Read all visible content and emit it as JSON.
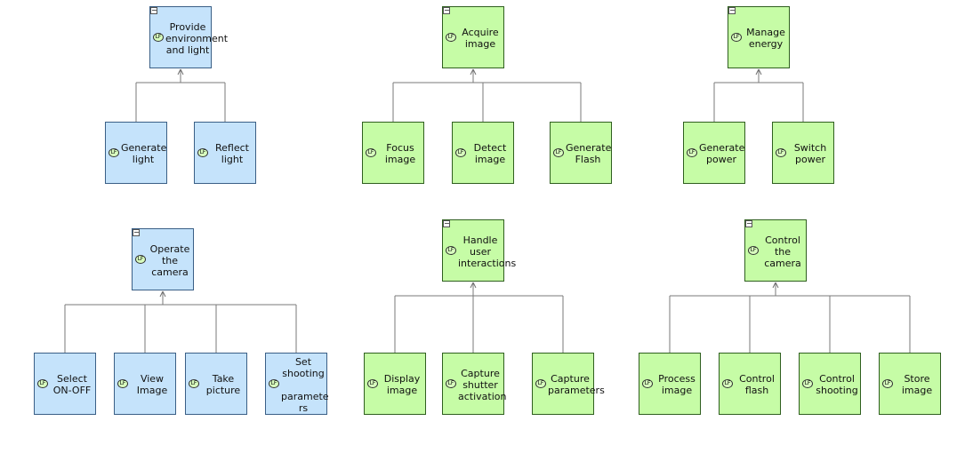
{
  "colors": {
    "function_blue": "#c5e3fb",
    "function_green": "#c6fca6",
    "connector": "#7a7a7a"
  },
  "icons": {
    "collapse": "minus-square-icon",
    "function_badge": "lf-function-icon"
  },
  "badge_text": "LF",
  "collapse_text": "−",
  "trees": [
    {
      "parent": {
        "label": "Provide\nenvironment\nand light",
        "color": "blue"
      },
      "children": [
        {
          "label": "Generate\nlight",
          "color": "blue"
        },
        {
          "label": "Reflect\nlight",
          "color": "blue"
        }
      ]
    },
    {
      "parent": {
        "label": "Acquire\nimage",
        "color": "green"
      },
      "children": [
        {
          "label": "Focus\nimage",
          "color": "green"
        },
        {
          "label": "Detect\nimage",
          "color": "green"
        },
        {
          "label": "Generate\nFlash",
          "color": "green"
        }
      ]
    },
    {
      "parent": {
        "label": "Manage\nenergy",
        "color": "green"
      },
      "children": [
        {
          "label": "Generate\npower",
          "color": "green"
        },
        {
          "label": "Switch\npower",
          "color": "green"
        }
      ]
    },
    {
      "parent": {
        "label": "Operate\nthe\ncamera",
        "color": "blue"
      },
      "children": [
        {
          "label": "Select\nON-OFF",
          "color": "blue"
        },
        {
          "label": "View\nImage",
          "color": "blue"
        },
        {
          "label": "Take\npicture",
          "color": "blue"
        },
        {
          "label": "Set\nshooting\n\nparamete\nrs",
          "color": "blue"
        }
      ]
    },
    {
      "parent": {
        "label": "Handle user\ninteractions",
        "color": "green"
      },
      "children": [
        {
          "label": "Display\nimage",
          "color": "green"
        },
        {
          "label": "Capture\nshutter\nactivation",
          "color": "green"
        },
        {
          "label": "Capture\nparameters",
          "color": "green"
        }
      ]
    },
    {
      "parent": {
        "label": "Control the\ncamera",
        "color": "green"
      },
      "children": [
        {
          "label": "Process\nimage",
          "color": "green"
        },
        {
          "label": "Control\nflash",
          "color": "green"
        },
        {
          "label": "Control\nshooting",
          "color": "green"
        },
        {
          "label": "Store\nimage",
          "color": "green"
        }
      ]
    }
  ]
}
